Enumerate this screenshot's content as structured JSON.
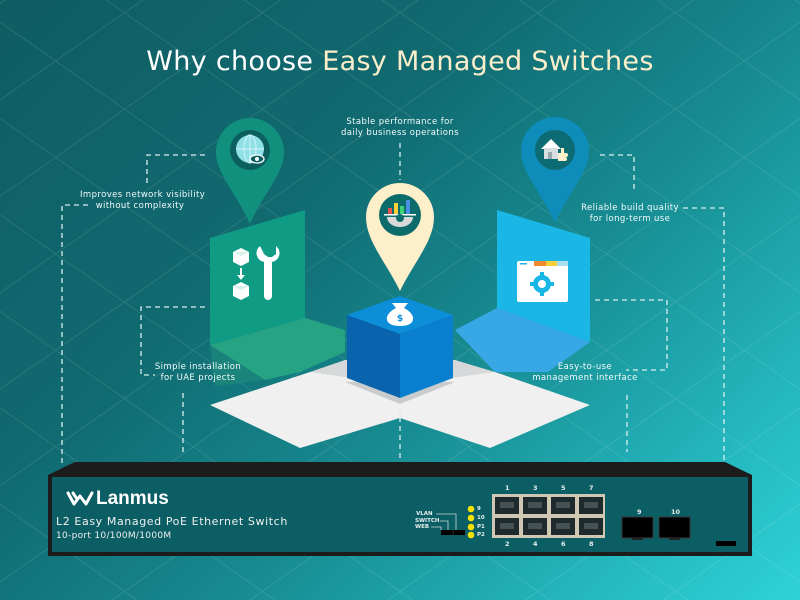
{
  "title": {
    "prefix": "Why choose ",
    "highlight": "Easy Managed Switches"
  },
  "features": [
    {
      "id": "visibility",
      "line1": "Improves network visibility",
      "line2": "without complexity",
      "icon": "globe-eye-icon"
    },
    {
      "id": "performance",
      "line1": "Stable performance for",
      "line2": "daily business operations",
      "icon": "chart-gear-icon"
    },
    {
      "id": "reliability",
      "line1": "Reliable build quality",
      "line2": "for long-term use",
      "icon": "house-thumbsup-icon"
    },
    {
      "id": "installation",
      "line1": "Simple installation",
      "line2": "for UAE projects",
      "icon": "boxes-wrench-icon"
    },
    {
      "id": "management",
      "line1": "Easy-to-use",
      "line2": "management interface",
      "icon": "browser-gear-icon"
    }
  ],
  "center_icon": "money-bag-dollar-icon",
  "switch": {
    "brand": "Lanmus",
    "model": "L2 Easy Managed PoE Ethernet Switch",
    "spec": "10-port 10/100M/1000M",
    "buttons": [
      "VLAN",
      "SWITCH",
      "WEB"
    ],
    "leds": [
      "9",
      "10",
      "P1",
      "P2"
    ],
    "ports_top": [
      "1",
      "3",
      "5",
      "7"
    ],
    "ports_bottom": [
      "2",
      "4",
      "6",
      "8"
    ],
    "sfp": [
      "9",
      "10"
    ]
  },
  "colors": {
    "bg_dark": "#0e5d63",
    "bg_light": "#2fd2d8",
    "title_highlight": "#fbeecb",
    "green_panel": "#0f9b84",
    "blue_panel": "#1ab6e6",
    "cube_blue": "#0a64ad",
    "pin_cream": "#fcefc9",
    "led_yellow": "#f5e100"
  }
}
